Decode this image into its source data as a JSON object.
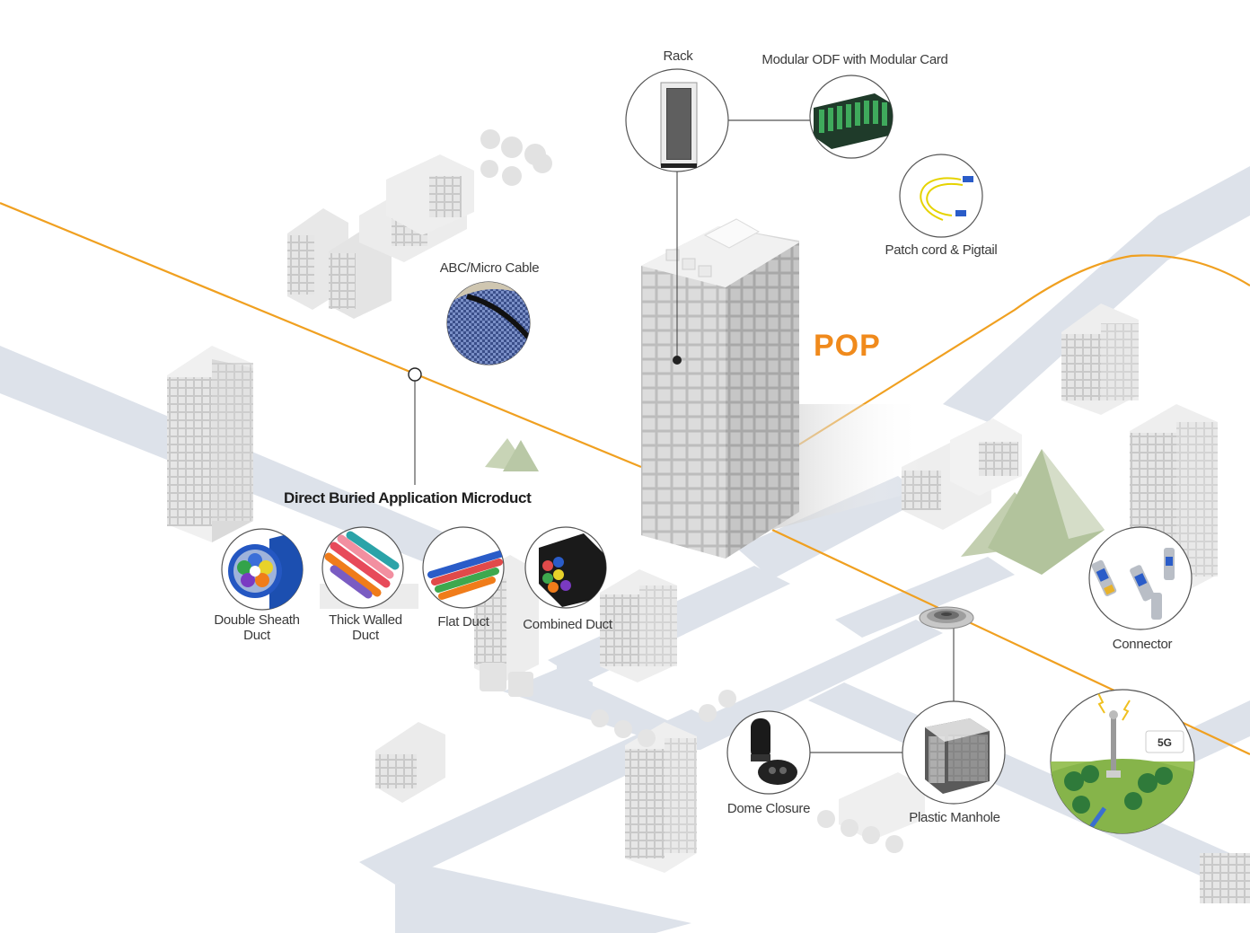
{
  "center": {
    "label": "POP"
  },
  "section_heading": "Direct Buried Application Microduct",
  "items": {
    "rack": "Rack",
    "odf": "Modular ODF with Modular Card",
    "patch_cord": "Patch cord & Pigtail",
    "abc_cable": "ABC/Micro Cable",
    "double_sheath": "Double Sheath Duct",
    "thick_walled": "Thick Walled Duct",
    "flat_duct": "Flat Duct",
    "combined_duct": "Combined Duct",
    "connector": "Connector",
    "dome_closure": "Dome Closure",
    "plastic_manhole": "Plastic Manhole"
  },
  "site_badge": "5G",
  "colors": {
    "fiber_line": "#f0a020",
    "accent": "#f08a1c",
    "road": "#dde2ea",
    "building": "#d4d4d4",
    "connector_line": "#555555"
  }
}
